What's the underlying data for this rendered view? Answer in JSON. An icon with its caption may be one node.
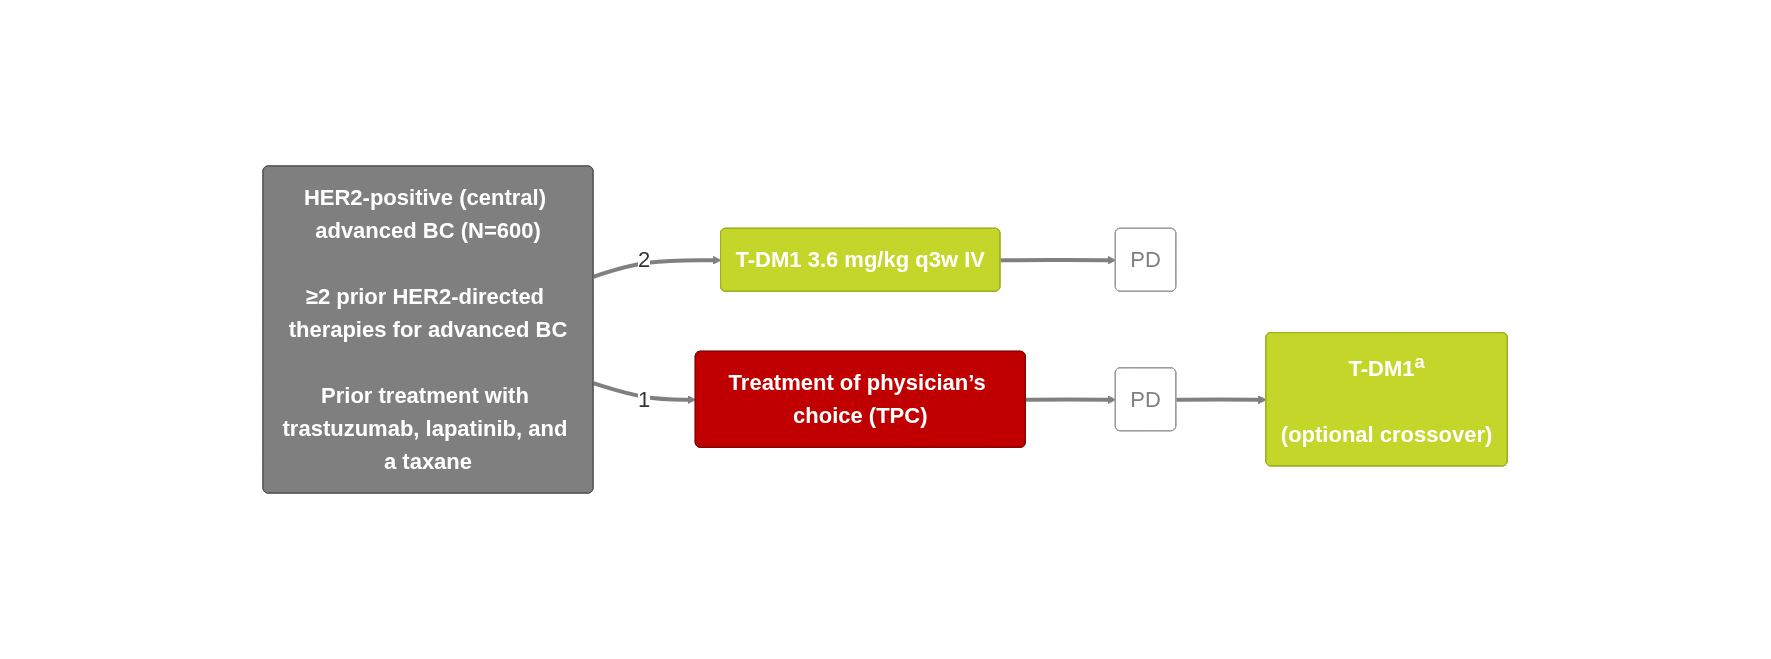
{
  "diagram": {
    "nodes": [
      {
        "text": [
          "HER2-positive (central) advanced BC (N=600)",
          "≥2 prior HER2-directed therapies for advanced BC",
          "Prior treatment with trastuzumab, lapatinib, and a taxane"
        ]
      },
      {
        "text": [
          "T-DM1 3.6 mg/kg q3w IV"
        ]
      },
      {
        "text": [
          "PD"
        ]
      },
      {
        "text": [
          "Treatment of physician’s choice (TPC)"
        ]
      },
      {
        "text": [
          "PD"
        ]
      },
      {
        "text": [
          "T-DM1$^{a}$",
          "(optional crossover)"
        ]
      }
    ],
    "edges": [
      {
        "from": 0,
        "to": 1,
        "label": "2",
        "arrow": "to"
      },
      {
        "from": 0,
        "to": 3,
        "label": "1",
        "arrow": "to"
      },
      {
        "from": 1,
        "to": 2,
        "arrow": "to"
      },
      {
        "from": 3,
        "to": 4,
        "arrow": "to"
      },
      {
        "from": 4,
        "to": 5,
        "arrow": "to"
      }
    ]
  }
}
